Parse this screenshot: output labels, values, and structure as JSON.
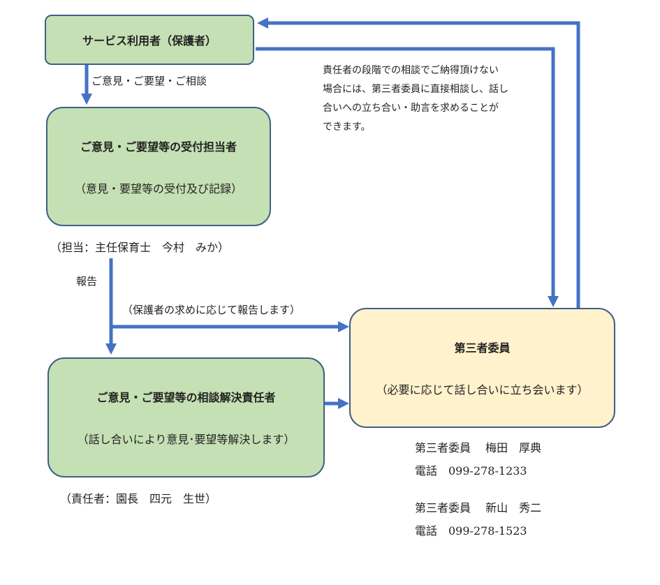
{
  "colors": {
    "arrow": "#4472c4",
    "box_green": "#c5e0b4",
    "box_yellow": "#fff2cc",
    "box_border": "#3f5f86"
  },
  "service_user": {
    "title": "サービス利用者（保護者）"
  },
  "label_opinion": "ご意見・ご要望・ご相談",
  "receptionist": {
    "title": "ご意見・ご要望等の受付担当者",
    "subtitle": "（意見・要望等の受付及び記録）",
    "person": "（担当：主任保育士　今村　みか）"
  },
  "label_report": "報告",
  "label_report_request": "（保護者の求めに応じて報告します）",
  "resolver": {
    "title": "ご意見・ご要望等の相談解決責任者",
    "subtitle": "（話し合いにより意見･要望等解決します）",
    "person": "（責任者：園長　四元　生世）"
  },
  "third_party": {
    "title": "第三者委員",
    "subtitle": "（必要に応じて話し合いに立ち会います）"
  },
  "note_lines": [
    "責任者の段階での相談でご納得頂けない",
    "場合には、第三者委員に直接相談し、話し",
    "合いへの立ち合い・助言を求めることが",
    "できます。"
  ],
  "contacts": [
    {
      "name": "第三者委員　 梅田　厚典",
      "phone": "電話　099-278-1233"
    },
    {
      "name": "第三者委員　 新山　秀二",
      "phone": "電話　099-278-1523"
    }
  ]
}
